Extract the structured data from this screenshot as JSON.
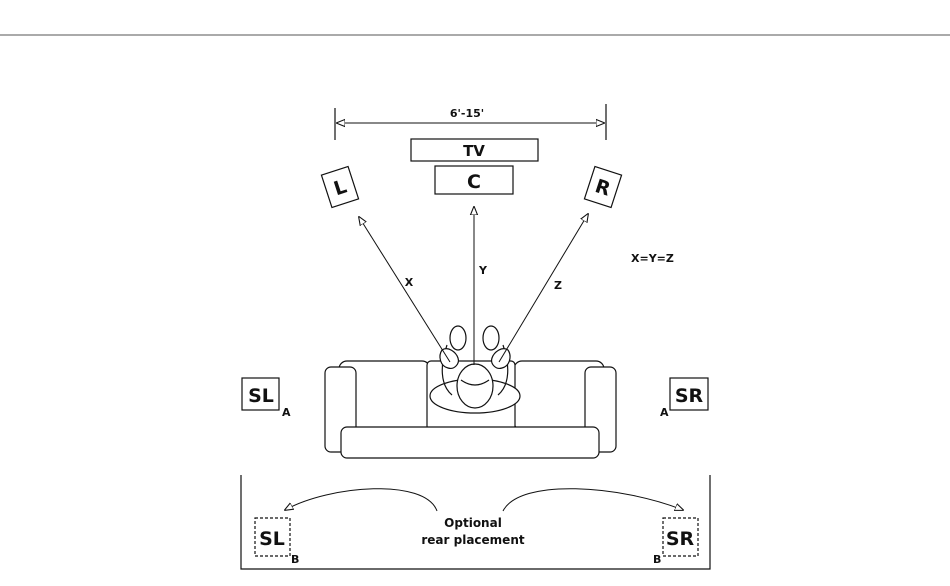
{
  "diagram": {
    "width_label": "6'-15'",
    "tv_label": "TV",
    "center_label": "C",
    "left_label": "L",
    "right_label": "R",
    "distance_x": "X",
    "distance_y": "Y",
    "distance_z": "Z",
    "equation": "X=Y=Z",
    "surround_left_label": "SL",
    "surround_right_label": "SR",
    "position_a": "A",
    "position_b": "B",
    "rear_note_line1": "Optional",
    "rear_note_line2": "rear placement"
  }
}
